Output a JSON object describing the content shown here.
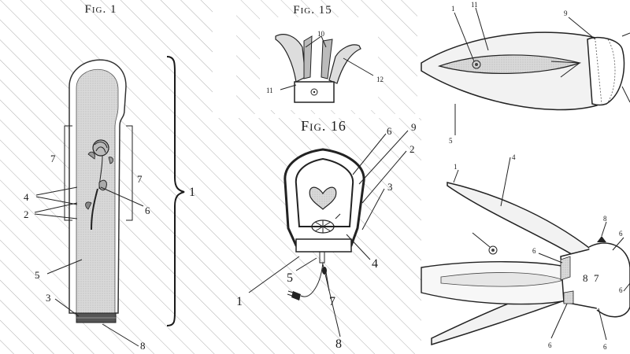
{
  "figures": {
    "fig1": {
      "title": "Fig. 1",
      "labels": {
        "l1": "1",
        "l2": "2",
        "l3": "3",
        "l4": "4",
        "l5": "5",
        "l6": "6",
        "l7a": "7",
        "l7b": "7",
        "l8": "8"
      }
    },
    "fig15": {
      "title": "Fig. 15",
      "labels": {
        "l10": "10",
        "l11": "11",
        "l12": "12"
      }
    },
    "fig16": {
      "title": "Fig. 16",
      "labels": {
        "l1": "1",
        "l2": "2",
        "l3": "3",
        "l4": "4",
        "l5": "5",
        "l6": "6",
        "l7": "7",
        "l8": "8",
        "l9": "9"
      }
    },
    "right_top": {
      "labels": {
        "l1": "1",
        "l11": "11",
        "l9": "9",
        "l5": "5"
      }
    },
    "right_bottom": {
      "labels": {
        "l1": "1",
        "l4": "4",
        "l8a": "8",
        "l6a": "6",
        "l6b": "6",
        "l6c": "6",
        "l6d": "6",
        "l8b": "8",
        "l7": "7",
        "l6e": "6"
      }
    }
  },
  "colors": {
    "ink": "#1a1a1a",
    "hatch": "#9a9a9a",
    "shade": "#d6d6d6",
    "paper": "#ffffff"
  }
}
